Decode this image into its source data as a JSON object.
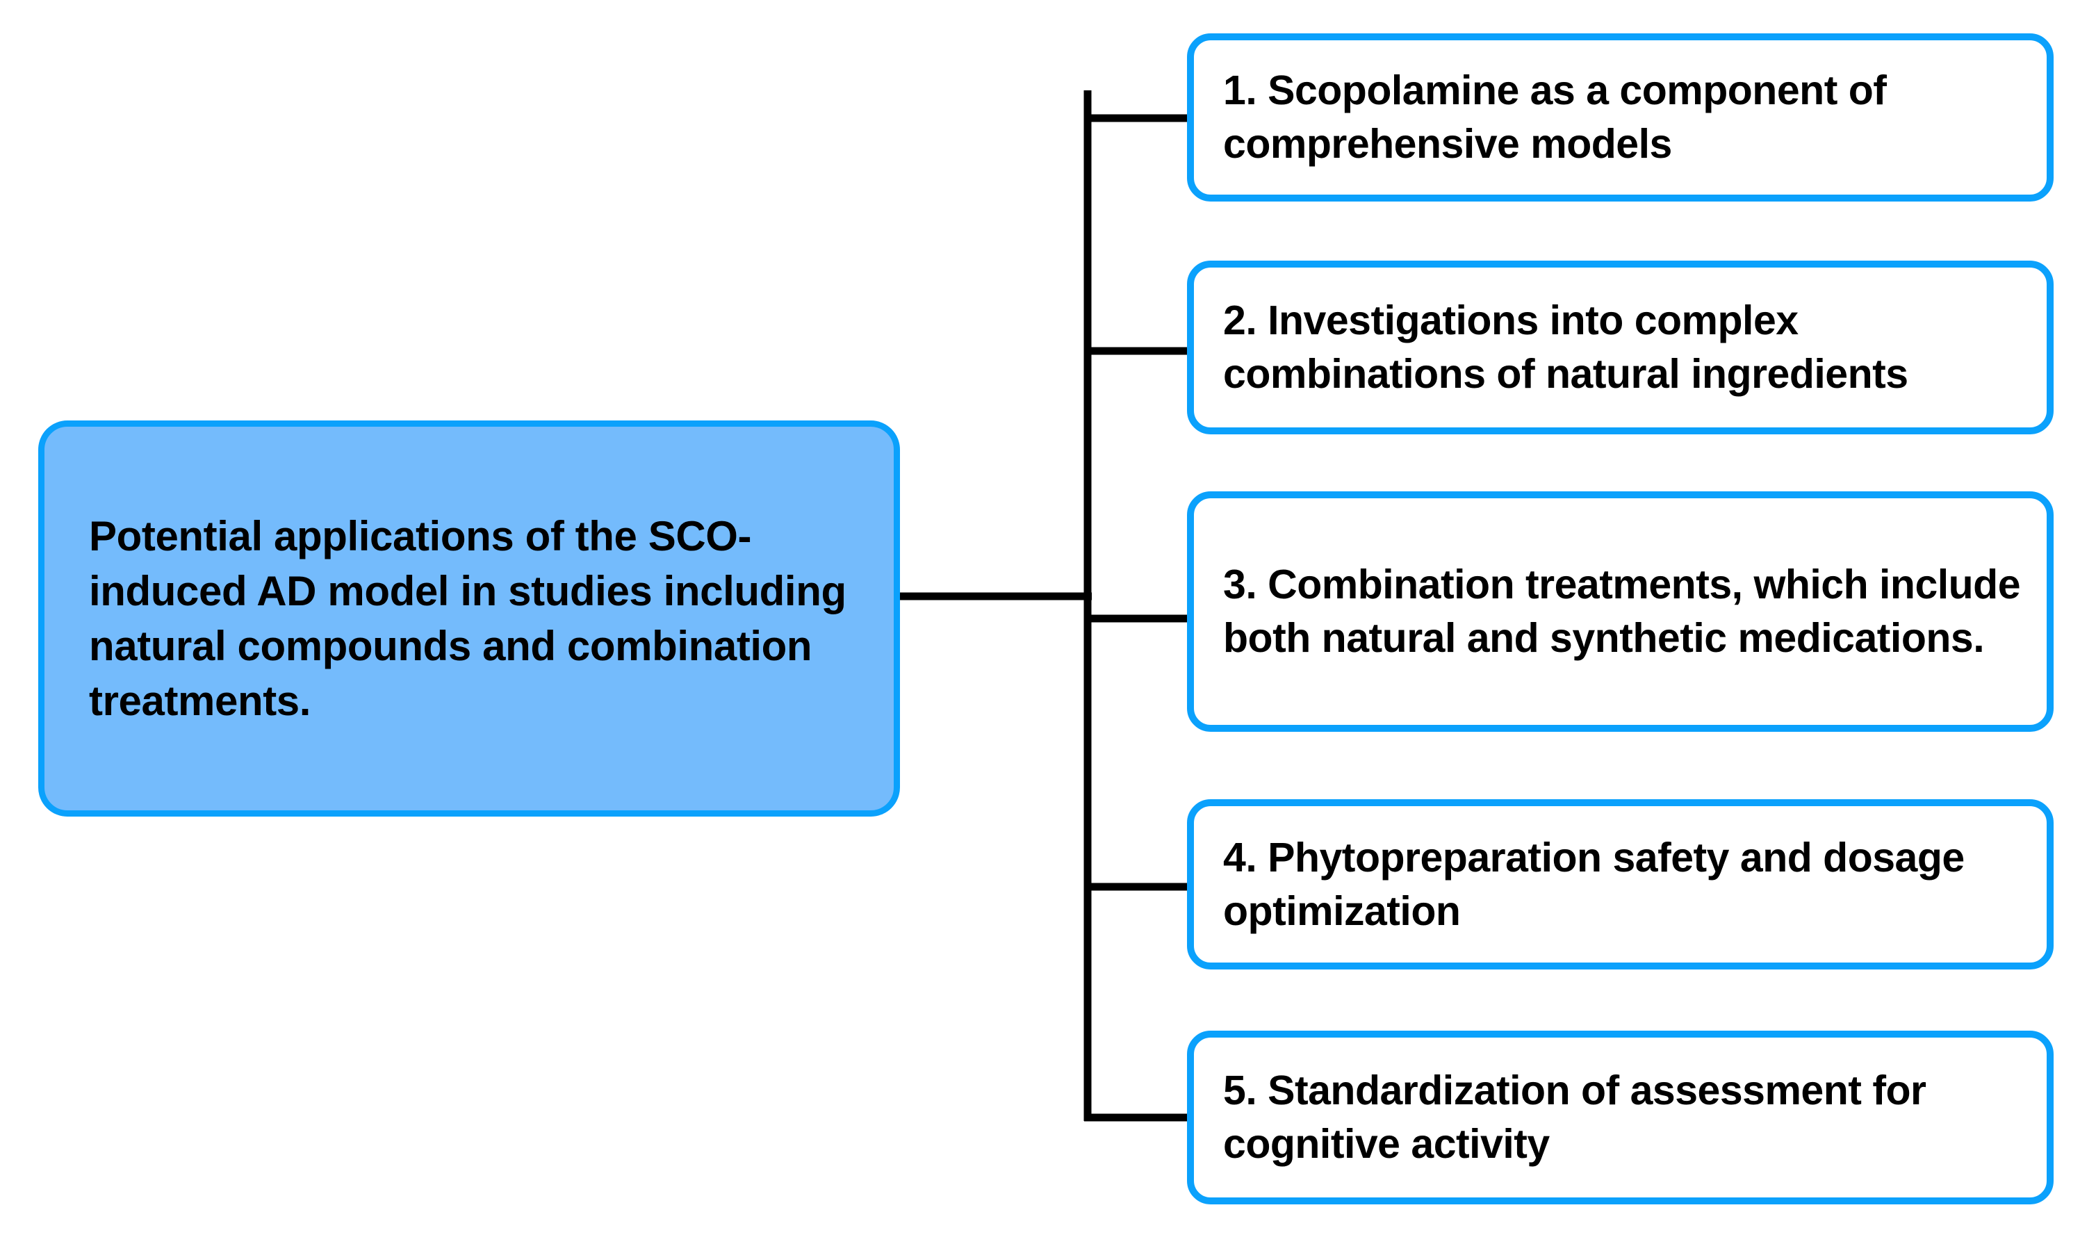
{
  "diagram": {
    "type": "hierarchy-tree",
    "orientation": "left-to-right",
    "colors": {
      "root_fill": "#74bbfc",
      "root_border": "#0ba1fc",
      "branch_fill": "#ffffff",
      "branch_border": "#0ba1fc",
      "connector": "#000000",
      "text": "#000000",
      "background": "#ffffff"
    },
    "root": {
      "label": "Potential applications of the SCO-induced AD model in studies including natural compounds and combination treatments."
    },
    "branches": [
      {
        "number": "1",
        "label": "1. Scopolamine as a component of comprehensive models"
      },
      {
        "number": "2",
        "label": "2. Investigations into complex combinations of natural ingredients"
      },
      {
        "number": "3",
        "label": "3. Combination treatments, which include both natural and synthetic medications."
      },
      {
        "number": "4",
        "label": "4. Phytopreparation safety and dosage optimization"
      },
      {
        "number": "5",
        "label": "5. Standardization of assessment for cognitive activity"
      }
    ]
  }
}
